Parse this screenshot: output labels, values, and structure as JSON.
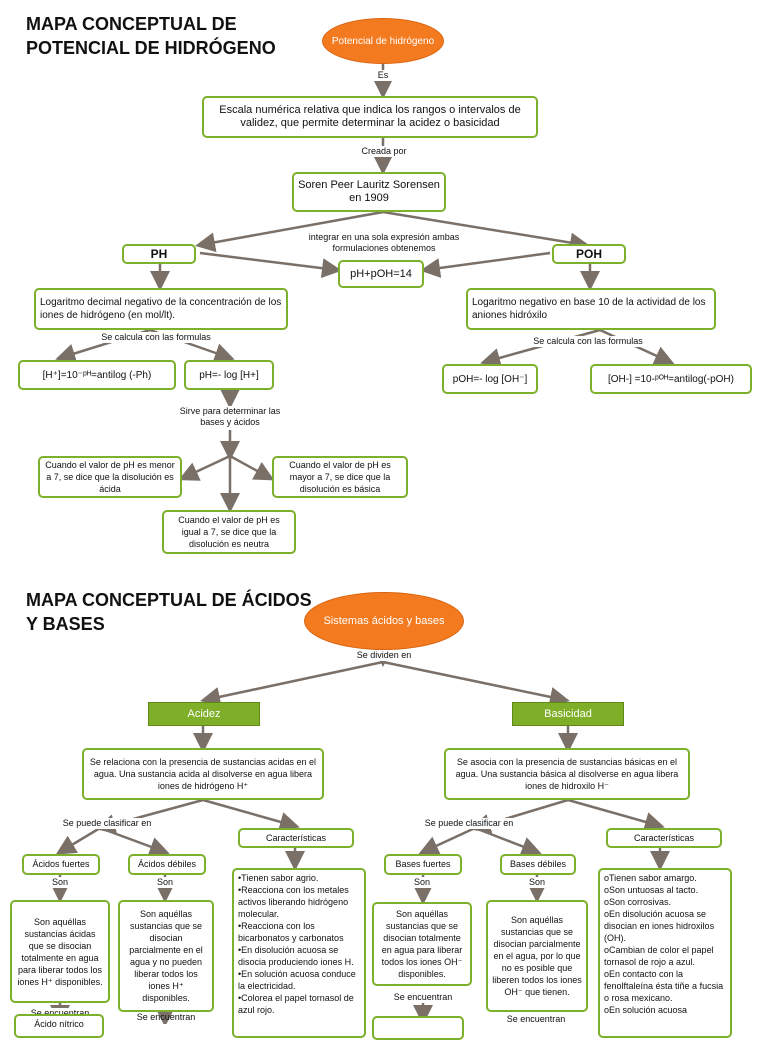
{
  "map1": {
    "title": "MAPA CONCEPTUAL DE\nPOTENCIAL DE HIDRÓGENO",
    "root": "Potencial de hidrógeno",
    "link_es": "Es",
    "definition": "Escala numérica relativa que indica los rangos o intervalos de validez, que permite determinar la acidez o basicidad",
    "link_creada": "Creada por",
    "creator": "Soren Peer Lauritz Sorensen en 1909",
    "ph": "PH",
    "poh": "POH",
    "link_integrar": "integrar en una sola expresión ambas formulaciones obtenemos",
    "sum": "pH+pOH=14",
    "ph_def": "Logaritmo decimal negativo de la concentración de los iones de hidrógeno (en mol/lt).",
    "poh_def": "Logaritmo negativo en base 10 de la actividad de los aniones hidróxilo",
    "link_calcula_left": "Se calcula con las formulas",
    "link_calcula_right": "Se calcula con las formulas",
    "f1": "[H⁺]=10⁻ᵖᴴ=antilog (-Ph)",
    "f2": "pH=- log [H+]",
    "f3": "pOH=- log [OH⁻]",
    "f4": "[OH-] =10-ᵖᴼᴴ=antilog(-pOH)",
    "link_sirve": "Sirve para determinar las bases y ácidos",
    "acid_cond": "Cuando el valor de pH es menor a 7, se dice que la disolución es ácida",
    "basic_cond": "Cuando el valor de pH es mayor a 7, se dice que la disolución es básica",
    "neutral_cond": "Cuando el valor de pH es igual a 7, se dice que la disolución es neutra"
  },
  "map2": {
    "title": "MAPA CONCEPTUAL DE ÁCIDOS\nY BASES",
    "root": "Sistemas ácidos y bases",
    "link_dividen": "Se dividen en",
    "acidez": "Acidez",
    "basicidad": "Basicidad",
    "acid_def": "Se relaciona con la presencia de sustancias acidas en el agua. Una sustancia acida al disolverse en agua libera iones de hidrógeno H⁺",
    "base_def": "Se asocia con la presencia de sustancias básicas en el agua. Una sustancia básica al disolverse en agua libera iones de hidroxilo H⁻",
    "link_clasificar_left": "Se puede clasificar en",
    "link_clasificar_right": "Se puede clasificar en",
    "caract_left": "Características",
    "caract_right": "Características",
    "acidos_fuertes": "Ácidos fuertes",
    "acidos_debiles": "Ácidos débiles",
    "bases_fuertes": "Bases fuertes",
    "bases_debiles": "Bases débiles",
    "son": "Son",
    "af_def": "Son aquéllas sustancias ácidas que se disocian totalmente en agua para liberar todos los iones H⁺ disponibles.",
    "ad_def": "Son aquéllas sustancias que se disocian parcialmente en el agua y no pueden liberar todos los iones H⁺ disponibles.",
    "bf_def": "Son aquéllas sustancias que se disocian totalmente en agua para liberar todos los iones OH⁻ disponibles.",
    "bd_def": "Son aquéllas sustancias que se disocian parcialmente en el agua, por lo que no es posible que liberen todos los iones OH⁻ que tienen.",
    "se_encuentran": "Se encuentran",
    "acid_chars": "•Tienen sabor agrio.\n•Reacciona con los metales activos liberando hidrógeno molecular.\n•Reacciona con los bicarbonatos y carbonatos\n•En disolución acuosa se disocia produciendo iones H.\n•En solución acuosa conduce la electricidad.\n•Colorea el papel tornasol de azul rojo.",
    "base_chars": "oTienen sabor amargo.\noSon untuosas al tacto.\noSon corrosivas.\noEn disolución acuosa se disocian en iones hidroxilos (OH).\noCambian de color el papel tornasol de rojo a azul.\noEn contacto con la fenolftaleína ésta tiñe a fucsia o rosa mexicano.\noEn solución acuosa",
    "acid_example": "Ácido nítrico"
  }
}
